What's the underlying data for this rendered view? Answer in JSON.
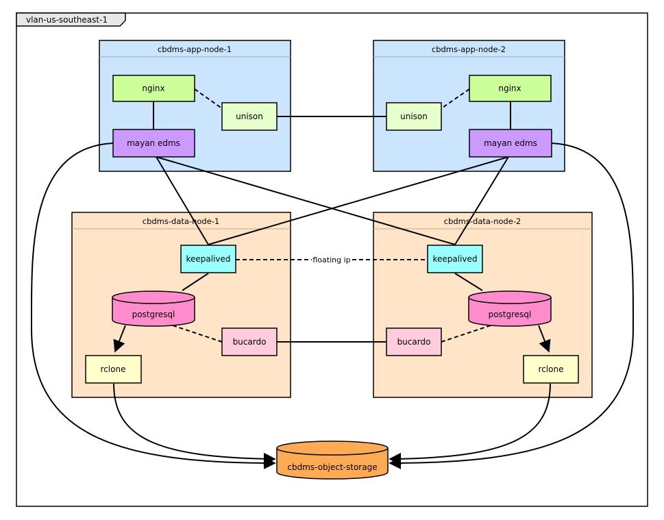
{
  "vlan": {
    "label": "vlan-us-southeast-1"
  },
  "nodes": {
    "app1": {
      "title": "cbdms-app-node-1",
      "nginx": "nginx",
      "unison": "unison",
      "mayan": "mayan edms"
    },
    "app2": {
      "title": "cbdms-app-node-2",
      "nginx": "nginx",
      "unison": "unison",
      "mayan": "mayan edms"
    },
    "data1": {
      "title": "cbdms-data-node-1",
      "keepalived": "keepalived",
      "postgresql": "postgresql",
      "bucardo": "bucardo",
      "rclone": "rclone"
    },
    "data2": {
      "title": "cbdms-data-node-2",
      "keepalived": "keepalived",
      "postgresql": "postgresql",
      "bucardo": "bucardo",
      "rclone": "rclone"
    }
  },
  "storage": {
    "label": "cbdms-object-storage"
  },
  "edges": {
    "floating_ip_label": "floating ip"
  },
  "colors": {
    "app_node_fill": "#cce5ff",
    "data_node_fill": "#ffe4c8",
    "nginx_fill": "#ccff99",
    "unison_fill": "#e6ffcc",
    "mayan_fill": "#cc99ff",
    "keepalived_fill": "#99ffff",
    "postgresql_fill": "#ff8ccc",
    "bucardo_fill": "#ffccdd",
    "rclone_fill": "#ffffcc",
    "storage_fill": "#ffaa55"
  }
}
